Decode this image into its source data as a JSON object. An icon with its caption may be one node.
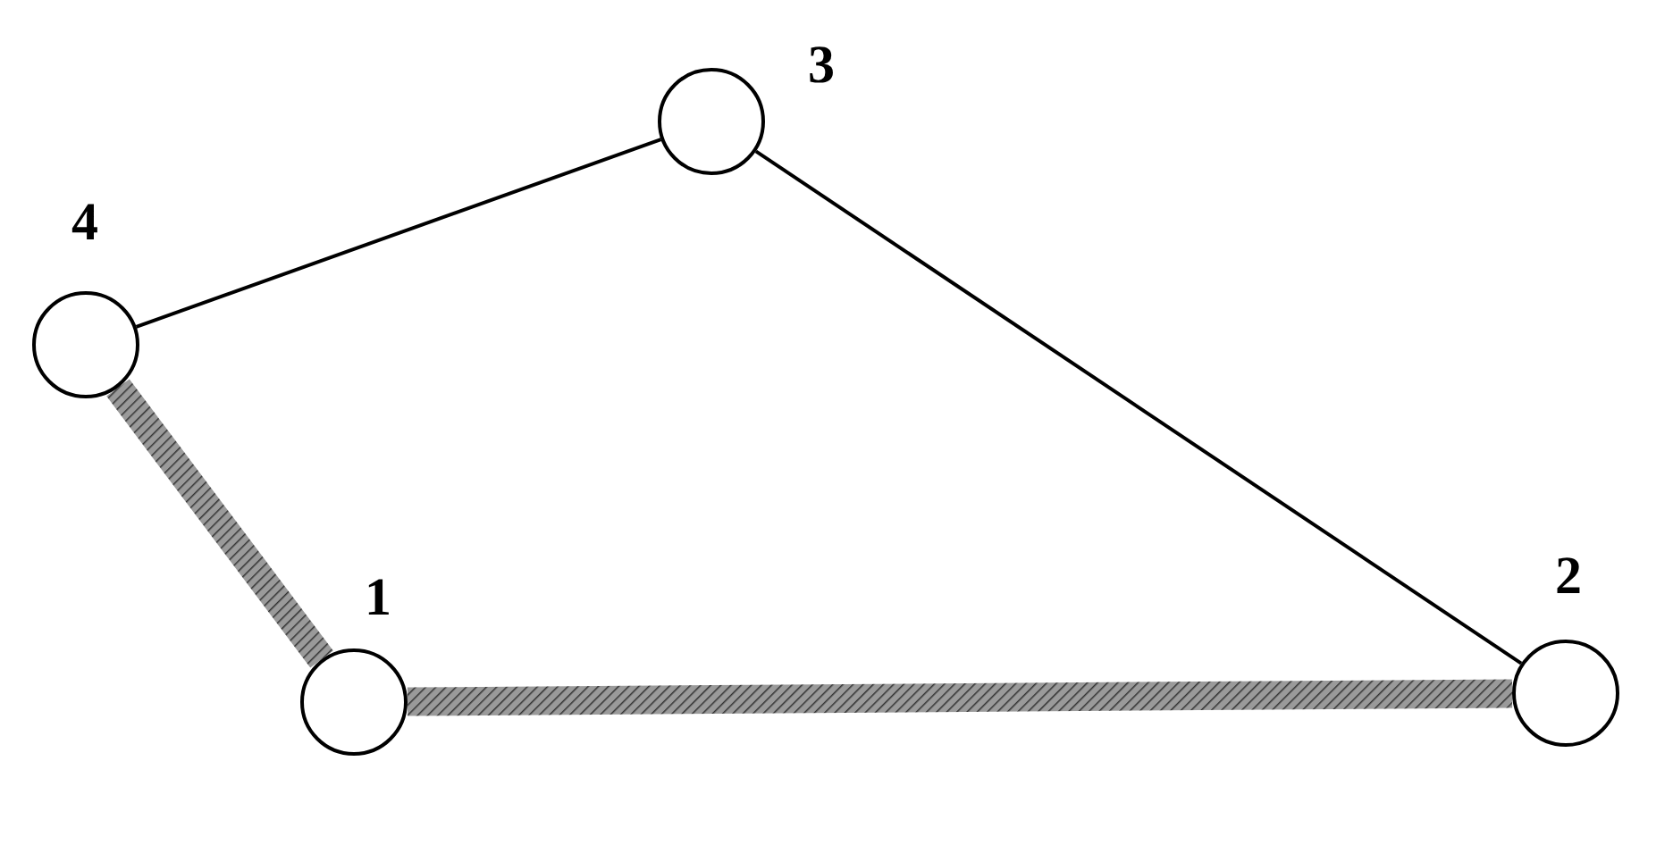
{
  "diagram": {
    "nodes": [
      {
        "text": [],
        "shape": "circle",
        "beside": [
          "3"
        ]
      },
      {
        "text": [],
        "shape": "circle",
        "beside": [
          "4"
        ]
      },
      {
        "text": [],
        "shape": "circle",
        "beside": [
          "1"
        ]
      },
      {
        "text": [],
        "shape": "circle",
        "beside": [
          "2"
        ]
      }
    ],
    "edges": [
      {
        "from": 1,
        "to": 0,
        "arrow": "none"
      },
      {
        "from": 0,
        "to": 3,
        "arrow": "none"
      },
      {
        "from": 1,
        "to": 2,
        "arrow": "none",
        "style": "thick"
      },
      {
        "from": 2,
        "to": 3,
        "arrow": "none",
        "style": "thick"
      }
    ]
  }
}
